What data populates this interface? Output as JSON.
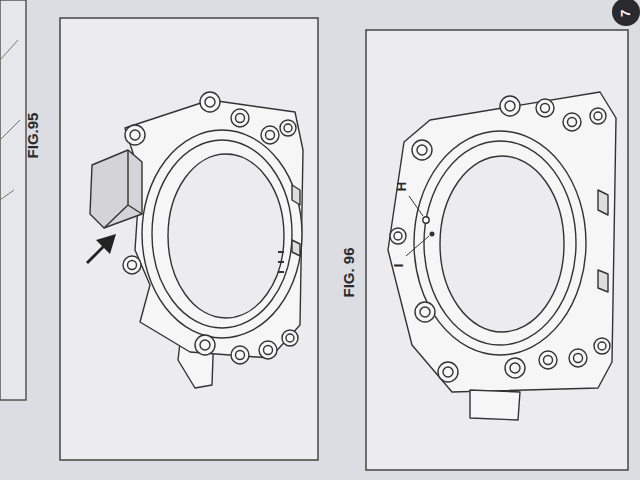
{
  "diagram": {
    "labels": [
      "FIG.95",
      "FIG. 96",
      "H",
      "I",
      "7"
    ]
  }
}
